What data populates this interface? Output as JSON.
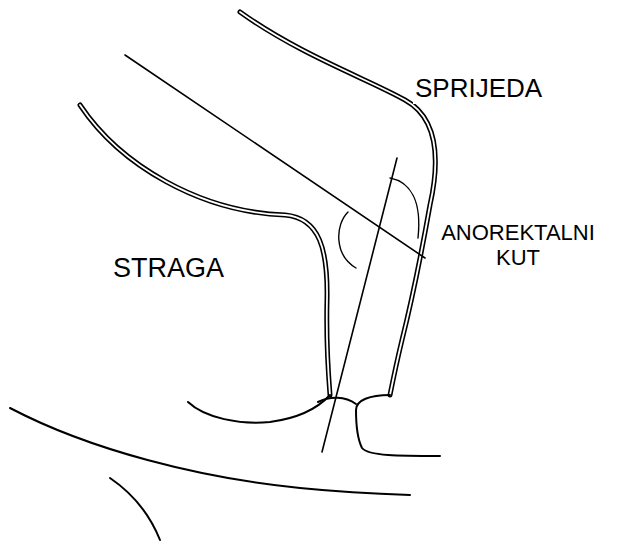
{
  "diagram": {
    "labels": [
      "SPRIJEDA",
      "ANOREKTALNI KUT",
      "STRAGA"
    ]
  }
}
